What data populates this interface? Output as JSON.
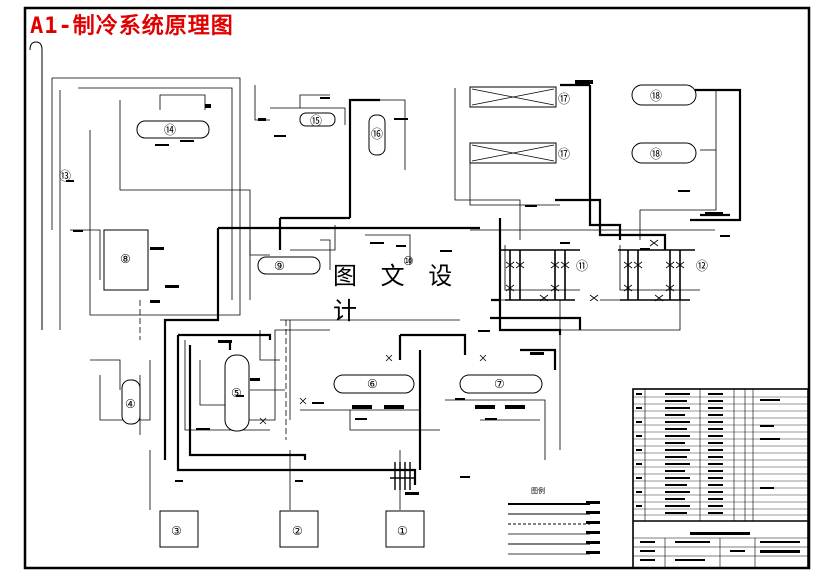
{
  "title": "A1-制冷系统原理图",
  "watermark": "图 文 设 计",
  "legend_label": "图例",
  "labels": {
    "n1": "①",
    "n2": "②",
    "n3": "③",
    "n4": "④",
    "n5": "⑤",
    "n6": "⑥",
    "n7": "⑦",
    "n8": "⑧",
    "n9": "⑨",
    "n10": "⑩",
    "n11": "⑪",
    "n12": "⑫",
    "n13": "⑬",
    "n14": "⑭",
    "n15": "⑮",
    "n16": "⑯",
    "n17": "⑰",
    "n18": "⑱"
  }
}
